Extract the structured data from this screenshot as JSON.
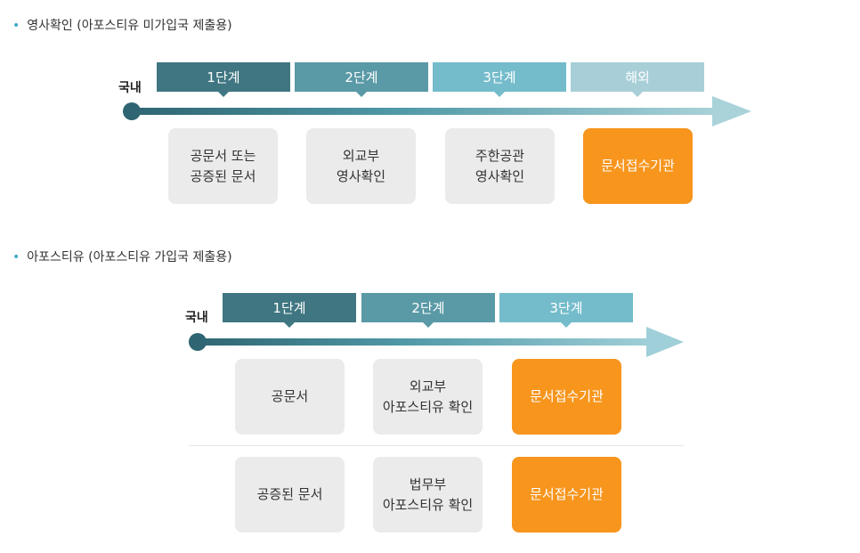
{
  "section1": {
    "title": "영사확인 (아포스티유 미가입국 제출용)",
    "domestic_label": "국내",
    "stages": [
      "1단계",
      "2단계",
      "3단계",
      "해외"
    ],
    "boxes": [
      {
        "lines": [
          "공문서 또는",
          "공증된 문서"
        ],
        "highlight": false
      },
      {
        "lines": [
          "외교부",
          "영사확인"
        ],
        "highlight": false
      },
      {
        "lines": [
          "주한공관",
          "영사확인"
        ],
        "highlight": false
      },
      {
        "lines": [
          "문서접수기관"
        ],
        "highlight": true
      }
    ]
  },
  "section2": {
    "title": "아포스티유 (아포스티유 가입국 제출용)",
    "domestic_label": "국내",
    "stages": [
      "1단계",
      "2단계",
      "3단계"
    ],
    "rows": [
      [
        {
          "lines": [
            "공문서"
          ],
          "highlight": false
        },
        {
          "lines": [
            "외교부",
            "아포스티유 확인"
          ],
          "highlight": false
        },
        {
          "lines": [
            "문서접수기관"
          ],
          "highlight": true
        }
      ],
      [
        {
          "lines": [
            "공증된 문서"
          ],
          "highlight": false
        },
        {
          "lines": [
            "법무부",
            "아포스티유 확인"
          ],
          "highlight": false
        },
        {
          "lines": [
            "문서접수기관"
          ],
          "highlight": true
        }
      ]
    ]
  },
  "colors": {
    "stage1": "#3f7681",
    "stage2": "#5a99a6",
    "stage3": "#74bccb",
    "stage4": "#a8cfd7",
    "highlight": "#f7951d",
    "box": "#ebebeb",
    "bullet": "#3fa9c9"
  }
}
